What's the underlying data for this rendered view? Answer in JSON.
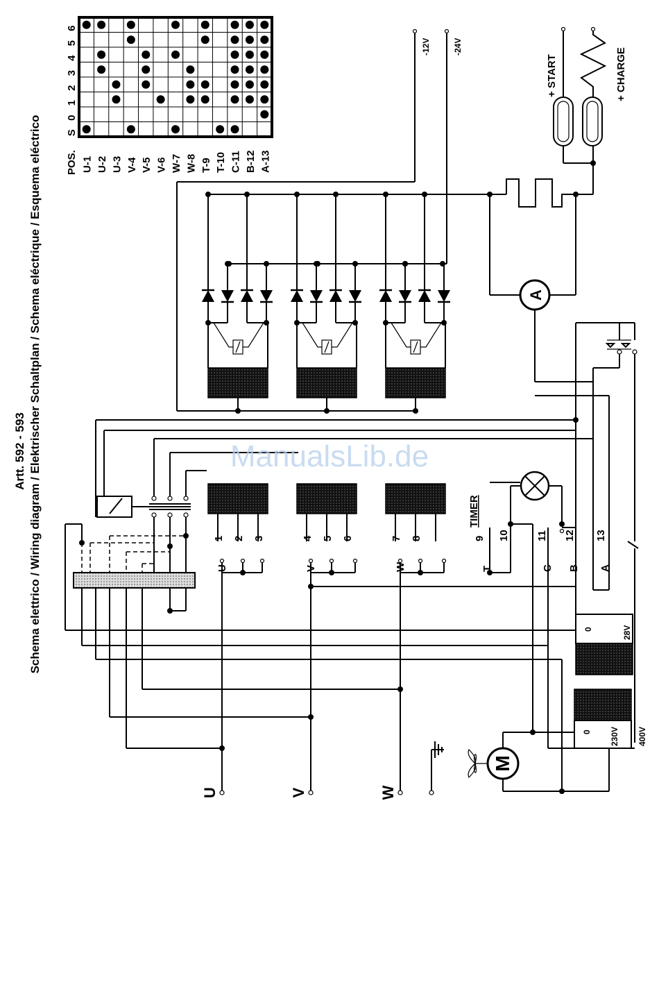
{
  "header": {
    "article": "Artt. 592 - 593",
    "title": "Schema elettrico / Wiring diagram / Elektrischer Schaltplan / Schema eléctrique / Esquema eléctrico"
  },
  "switch_table": {
    "pos_header": "POS.",
    "columns": [
      "S",
      "0",
      "1",
      "2",
      "3",
      "4",
      "5",
      "6"
    ],
    "rows": [
      {
        "label": "U-1",
        "dots": [
          1,
          0,
          0,
          0,
          0,
          0,
          0,
          1
        ]
      },
      {
        "label": "U-2",
        "dots": [
          0,
          0,
          0,
          0,
          1,
          1,
          0,
          1
        ]
      },
      {
        "label": "U-3",
        "dots": [
          0,
          0,
          1,
          1,
          0,
          0,
          0,
          0
        ]
      },
      {
        "label": "V-4",
        "dots": [
          1,
          0,
          0,
          0,
          0,
          0,
          1,
          1
        ]
      },
      {
        "label": "V-5",
        "dots": [
          0,
          0,
          0,
          1,
          1,
          1,
          0,
          0
        ]
      },
      {
        "label": "V-6",
        "dots": [
          0,
          0,
          1,
          0,
          0,
          0,
          0,
          0
        ]
      },
      {
        "label": "W-7",
        "dots": [
          1,
          0,
          0,
          0,
          0,
          1,
          0,
          1
        ]
      },
      {
        "label": "W-8",
        "dots": [
          0,
          0,
          1,
          1,
          1,
          0,
          0,
          0
        ]
      },
      {
        "label": "T-9",
        "dots": [
          0,
          0,
          1,
          1,
          0,
          0,
          1,
          1
        ]
      },
      {
        "label": "T-10",
        "dots": [
          1,
          0,
          0,
          0,
          0,
          0,
          0,
          0
        ]
      },
      {
        "label": "C-11",
        "dots": [
          1,
          0,
          1,
          1,
          1,
          1,
          1,
          1
        ]
      },
      {
        "label": "B-12",
        "dots": [
          0,
          0,
          1,
          1,
          1,
          1,
          1,
          1
        ]
      },
      {
        "label": "A-13",
        "dots": [
          0,
          1,
          1,
          1,
          1,
          1,
          1,
          1
        ]
      }
    ]
  },
  "labels": {
    "minus12": "-12V",
    "minus24": "-24V",
    "start": "+ START",
    "charge": "+ CHARGE",
    "ammeter": "A",
    "motor": "M",
    "timer": "TIMER",
    "v28": "28V",
    "v230": "230V",
    "v400": "400V",
    "zero": "0",
    "phase_u": "U",
    "phase_v": "V",
    "phase_w": "W",
    "terminals_letters": [
      "U",
      "V",
      "W",
      "T",
      "C",
      "B",
      "A"
    ],
    "terminal_numbers": [
      "1",
      "2",
      "3",
      "4",
      "5",
      "6",
      "7",
      "8",
      "9",
      "10",
      "11",
      "12",
      "13"
    ]
  },
  "watermark": "ManualsLib.de"
}
